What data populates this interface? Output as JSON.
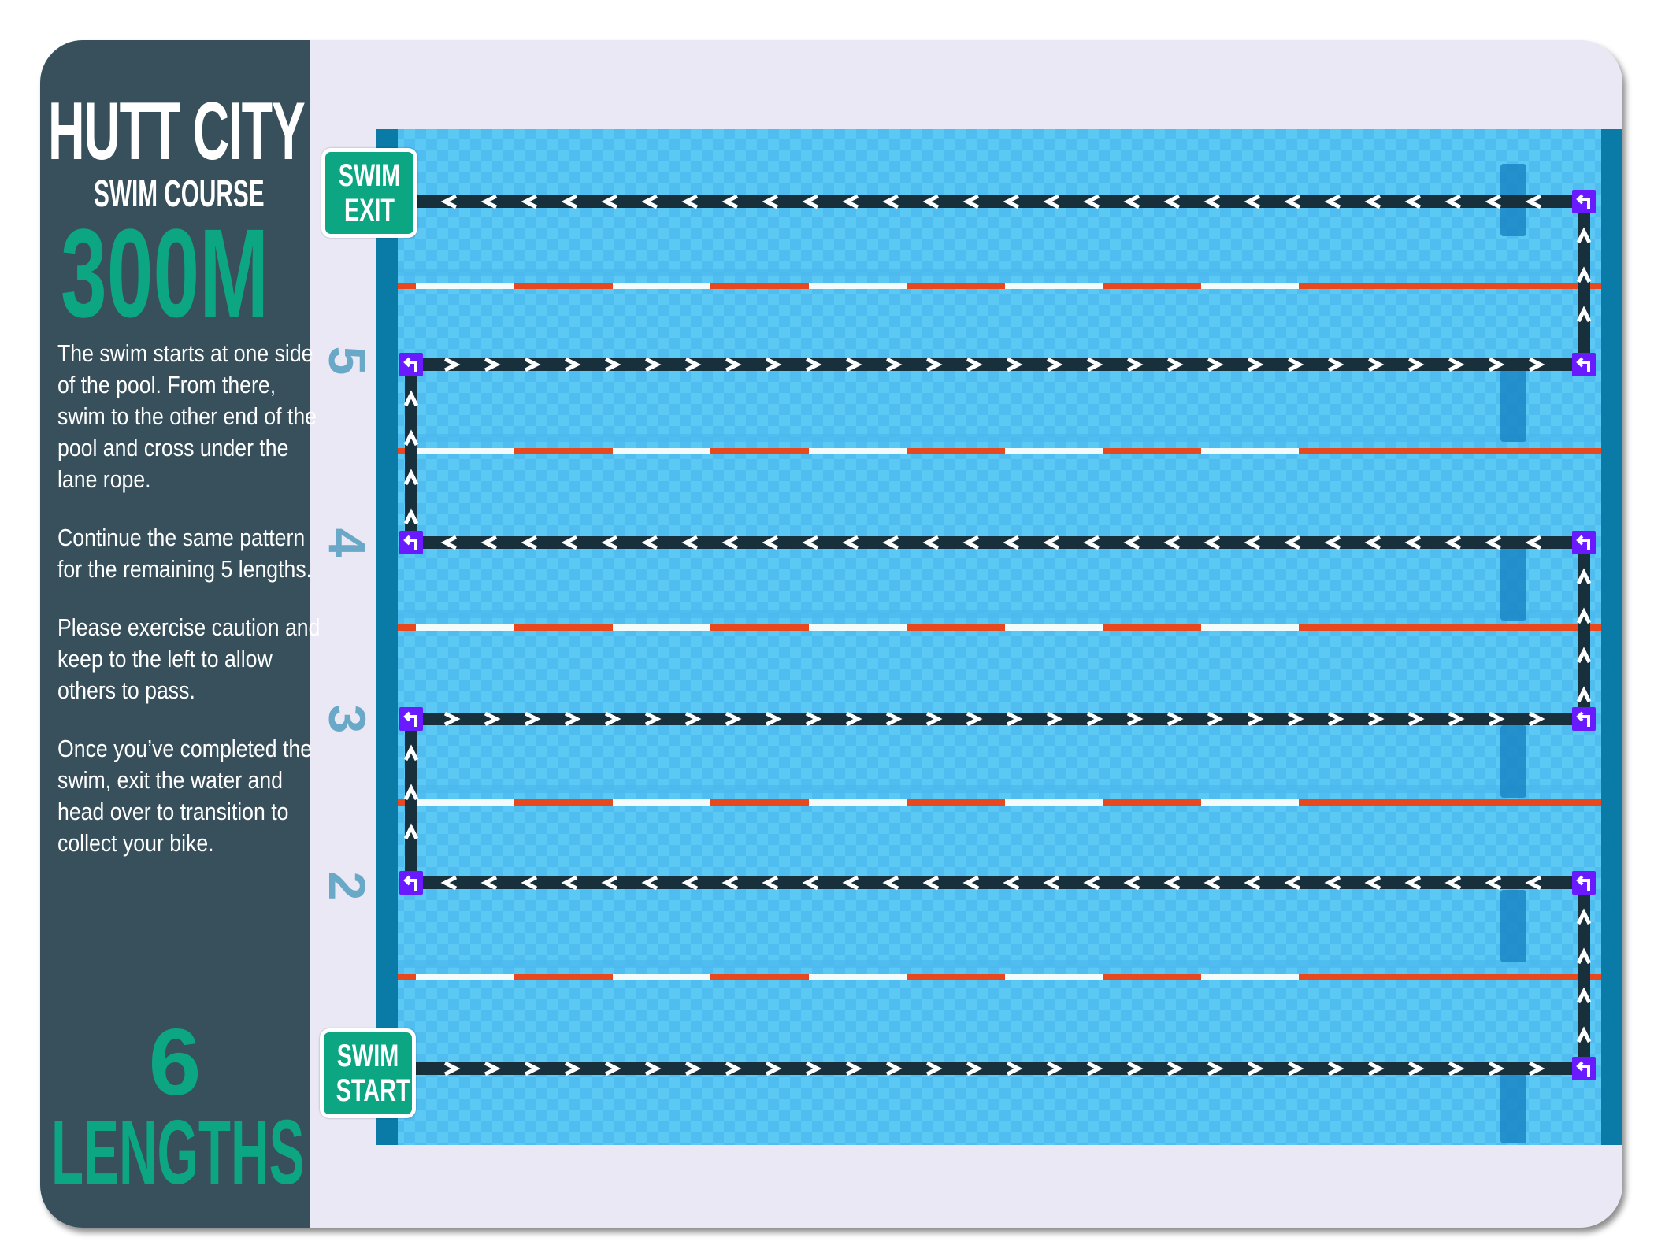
{
  "sidebar": {
    "title": "HUTT CITY",
    "subtitle": "SWIM COURSE",
    "distance": "300M",
    "paragraphs": [
      "The swim starts at one side of the pool. From there, swim to the other end of the pool and cross under the lane rope.",
      "Continue the same pattern for the remaining 5 lengths.",
      "Please exercise caution and keep to the left to allow others to pass.",
      "Once you’ve completed the swim, exit the water and head over to transition to collect your bike."
    ],
    "lengths_count": "6",
    "lengths_label": "LENGTHS"
  },
  "pool": {
    "exit_badge": [
      "SWIM",
      "EXIT"
    ],
    "start_badge": [
      "SWIM",
      "START"
    ],
    "lane_numbers": [
      "5",
      "4",
      "3",
      "2"
    ],
    "lengths": 6
  },
  "colors": {
    "sidebar": "#37505c",
    "accent": "#0ca683",
    "panel": "#e9e8f4",
    "pool_edge": "#0a7aa6",
    "water": "#5cc8f4",
    "path": "#17303c",
    "turn_marker": "#6a1aff",
    "rope_red": "#e8481e",
    "rope_white": "#f4fbfb",
    "lane_number": "#6aa8c8"
  }
}
